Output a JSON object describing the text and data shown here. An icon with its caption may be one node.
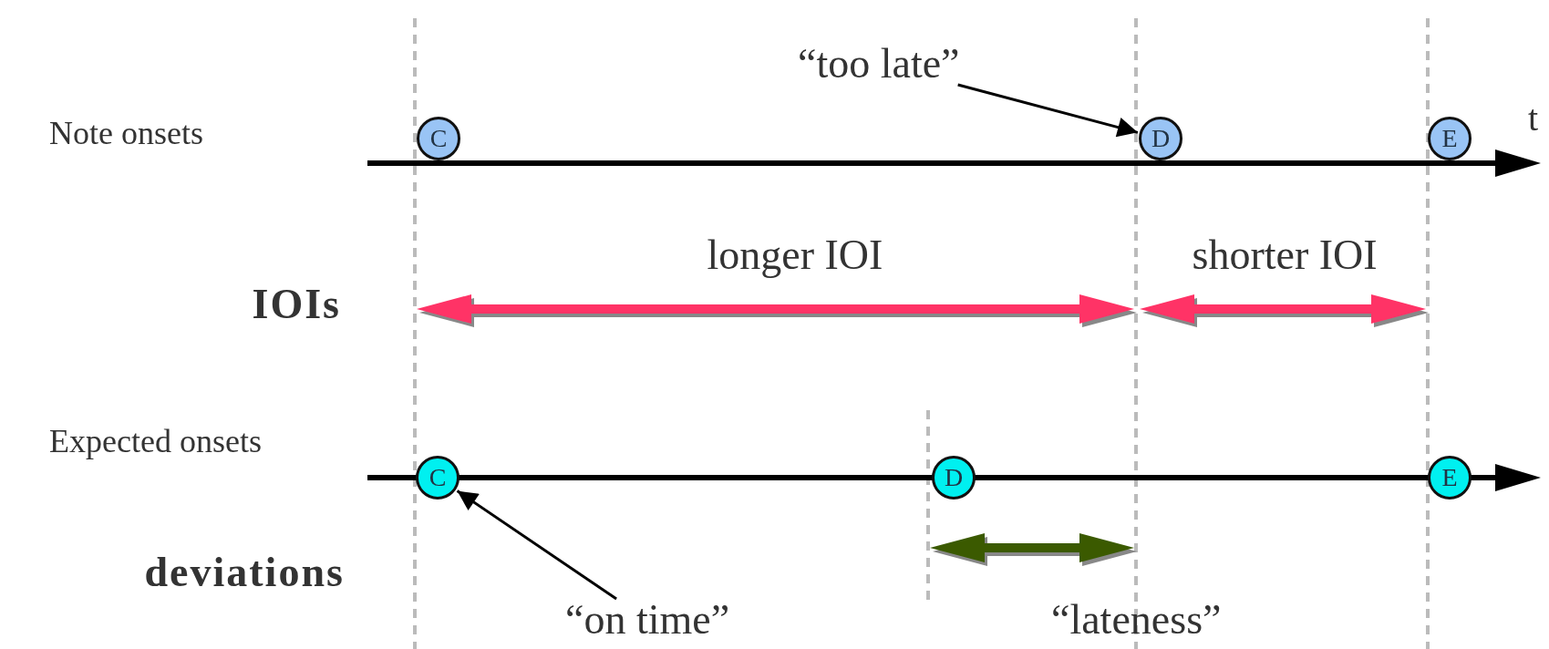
{
  "diagram": {
    "nodes": [
      {
        "text": [
          "“too late”"
        ]
      },
      {
        "text": [
          "C"
        ]
      },
      {
        "text": [
          "D"
        ]
      },
      {
        "text": [
          "E"
        ]
      },
      {
        "text": [
          "C"
        ]
      },
      {
        "text": [
          "D"
        ]
      },
      {
        "text": [
          "E"
        ]
      },
      {
        "text": [
          "“on time”"
        ]
      }
    ],
    "edges": [
      {
        "from": 0,
        "to": 2,
        "arrow": "to"
      },
      {
        "from": 7,
        "to": 4,
        "arrow": "to"
      }
    ],
    "labels": [
      "Note onsets",
      "t",
      "longer IOI",
      "shorter IOI",
      "IOIs",
      "Expected onsets",
      "deviations",
      "“lateness”"
    ]
  }
}
